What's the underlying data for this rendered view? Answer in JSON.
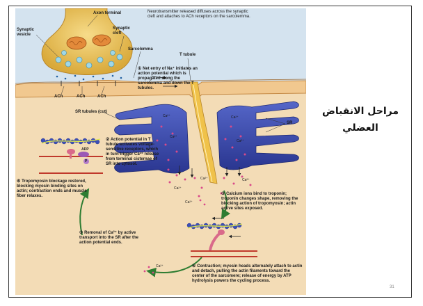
{
  "slide": {
    "title": "مراحل الانقباض العضلي",
    "page_number": "31"
  },
  "figure": {
    "labels": {
      "axon_terminal": "Axon terminal",
      "synaptic_vesicle": "Synaptic vesicle",
      "synaptic_cleft": "Synaptic cleft",
      "ach": "ACh",
      "sarcolemma": "Sarcolemma",
      "t_tubule": "T tubule",
      "sr_tubules": "SR tubules (cut)",
      "sr": "SR",
      "ca": "Ca²⁺",
      "adp": "ADP",
      "p": "P",
      "nt_note": "Neurotransmitter released diffuses across the synaptic cleft and attaches to ACh receptors on the sarcolemma."
    },
    "steps": [
      {
        "num": "①",
        "text": "Net entry of Na⁺ initiates an action potential which is propagated along the sarcolemma and down the T tubules."
      },
      {
        "num": "②",
        "text": "Action potential in T tubule activates voltage-sensitive receptors, which in turn trigger Ca²⁺ release from terminal cisternae of SR into cytosol."
      },
      {
        "num": "③",
        "text": "Calcium ions bind to troponin; troponin changes shape, removing the blocking action of tropomyosin; actin active sites exposed."
      },
      {
        "num": "④",
        "text": "Contraction; myosin heads alternately attach to actin and detach, pulling the actin filaments toward the center of the sarcomere; release of energy by ATP hydrolysis powers the cycling process."
      },
      {
        "num": "⑤",
        "text": "Removal of Ca²⁺ by active transport into the SR after the action potential ends."
      },
      {
        "num": "⑥",
        "text": "Tropomyosin blockage restored, blocking myosin binding sites on actin; contraction ends and muscle fiber relaxes."
      }
    ]
  },
  "colors": {
    "extracellular": "#cfe0ee",
    "cytosol": "#f2d9b0",
    "axon": "#f0c85a",
    "sr": "#3a4aa8",
    "t_tubule": "#e8b83a",
    "arrow": "#2e7d32",
    "actin": "#2c3e9a",
    "myosin": "#d9534f"
  }
}
